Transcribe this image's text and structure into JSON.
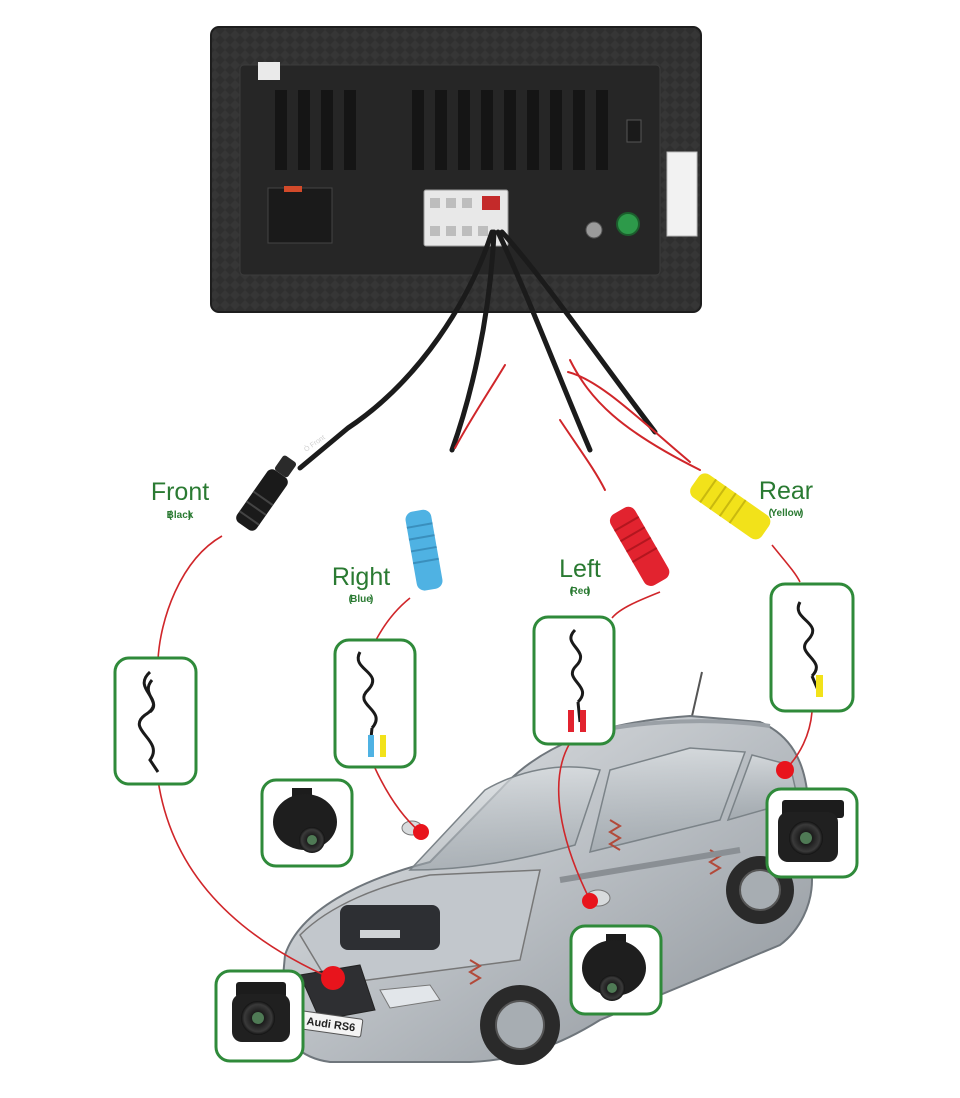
{
  "labels": {
    "front": {
      "name": "Front",
      "color": "Black"
    },
    "right": {
      "name": "Right",
      "color": "Blue"
    },
    "left": {
      "name": "Left",
      "color": "Red"
    },
    "rear": {
      "name": "Rear",
      "color": "Yellow"
    }
  },
  "cable_print": "Ò Front",
  "car_plate": "Audi RS6",
  "colors": {
    "label_green": "#2a7a32",
    "box_border": "#2f8a3a",
    "wire_red": "#d0262a",
    "dot_red": "#e8141c",
    "plug_blue": "#4fb2e3",
    "plug_red": "#e2232f",
    "plug_yellow": "#f2e21a",
    "unit_body": "#2b2b2b"
  },
  "icons": [
    "head-unit-back-panel",
    "rca-plug-black",
    "rca-plug-blue",
    "rca-plug-red",
    "rca-plug-yellow",
    "extension-cable-icon",
    "camera-icon",
    "car-illustration"
  ]
}
